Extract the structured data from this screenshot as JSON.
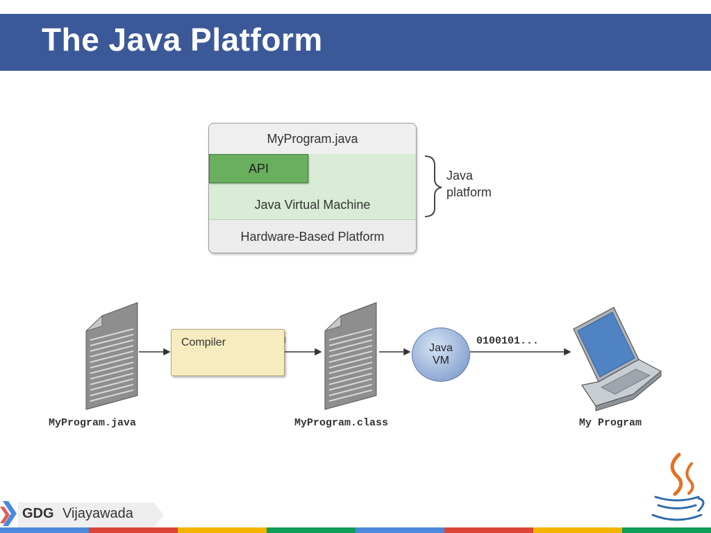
{
  "slide": {
    "title": "The Java Platform"
  },
  "layers": {
    "myprogram": "MyProgram.java",
    "api": "API",
    "jvm": "Java Virtual Machine",
    "hardware": "Hardware-Based Platform",
    "brace_label_line1": "Java",
    "brace_label_line2": "platform"
  },
  "flow": {
    "source_label": "MyProgram.java",
    "compiler_label": "Compiler",
    "class_label": "MyProgram.class",
    "vm_line1": "Java",
    "vm_line2": "VM",
    "binary_label": "0100101...",
    "program_label": "My Program"
  },
  "footer": {
    "gdg": "GDG",
    "city": "Vijayawada"
  },
  "colors": {
    "title_bar": "#3b5998",
    "api_green": "#6aaf5e",
    "jvm_green": "#d8ecd6",
    "compiler_yellow": "#f6ecbf",
    "vm_blue": "#8fa9d4",
    "stripe_colors": [
      "#4a89dc",
      "#db4437",
      "#f4b400",
      "#0f9d58",
      "#4a89dc",
      "#db4437",
      "#f4b400",
      "#0f9d58"
    ]
  }
}
